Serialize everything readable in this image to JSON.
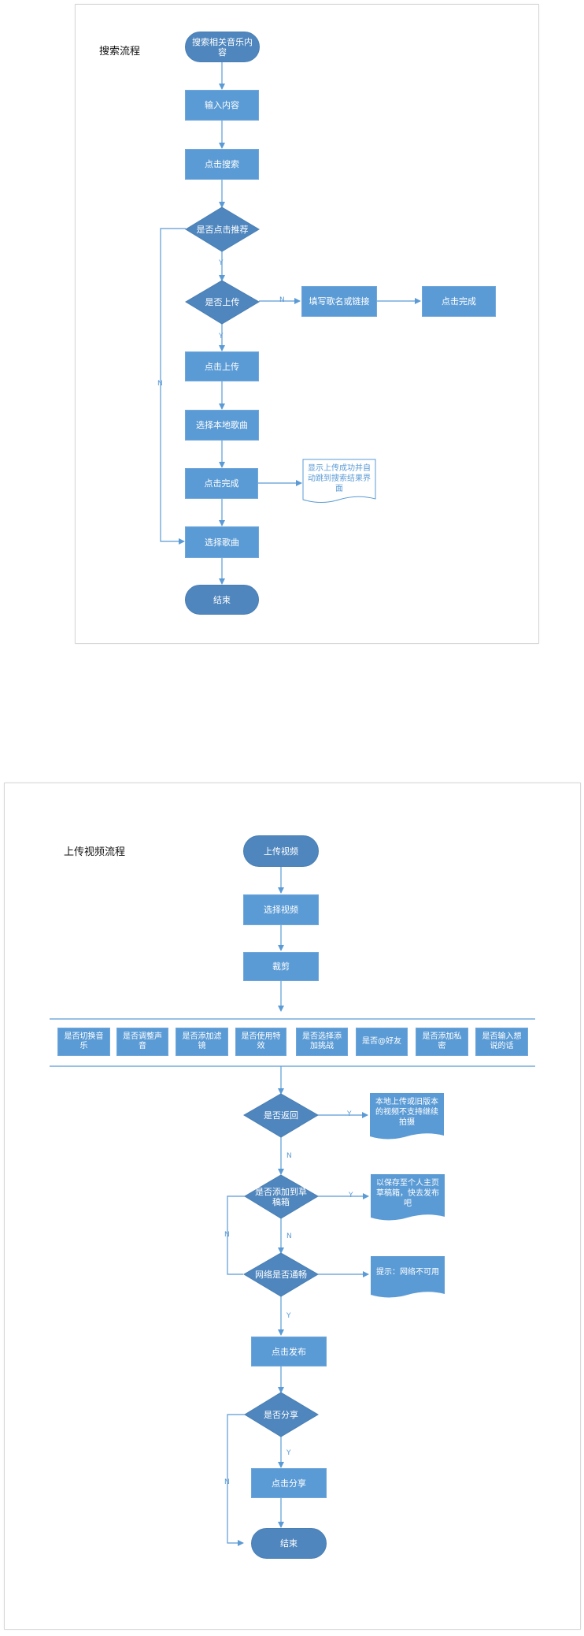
{
  "search_flow": {
    "title": "搜索流程",
    "start": "搜索相关音乐内容",
    "input": "输入内容",
    "click_search": "点击搜索",
    "recommend_q": "是否点击推荐",
    "upload_q": "是否上传",
    "fill_name": "填写歌名或链接",
    "click_done_right": "点击完成",
    "click_upload": "点击上传",
    "choose_local": "选择本地歌曲",
    "click_done": "点击完成",
    "success_note": "显示上传成功并自动跳到搜索结果界面",
    "choose_song": "选择歌曲",
    "end": "结束",
    "labels": {
      "y1": "Y",
      "y2": "Y",
      "n_right": "N",
      "n_left": "N"
    }
  },
  "upload_flow": {
    "title": "上传视频流程",
    "start": "上传视频",
    "choose_video": "选择视频",
    "crop": "裁剪",
    "options": [
      "是否切换音乐",
      "是否调整声音",
      "是否添加滤镜",
      "是否使用特效",
      "是否选择添加挑战",
      "是否@好友",
      "是否添加私密",
      "是否输入想说的话"
    ],
    "return_q": "是否返回",
    "return_note": "本地上传或旧版本的视频不支持继续拍摄",
    "draft_q": "是否添加到草稿箱",
    "draft_note": "以保存至个人主页草稿箱，快去发布吧",
    "network_q": "网络是否通畅",
    "network_note": "提示：网络不可用",
    "publish": "点击发布",
    "share_q": "是否分享",
    "click_share": "点击分享",
    "end": "结束",
    "labels": {
      "y_return": "Y",
      "n_return": "N",
      "y_draft": "Y",
      "n_draft": "N",
      "n_left": "N",
      "y_net": "Y",
      "y_share": "Y",
      "n_share": "N"
    }
  },
  "colors": {
    "box": "#5b9bd5",
    "terminal": "#4f86be",
    "line": "#5b9bd5"
  }
}
